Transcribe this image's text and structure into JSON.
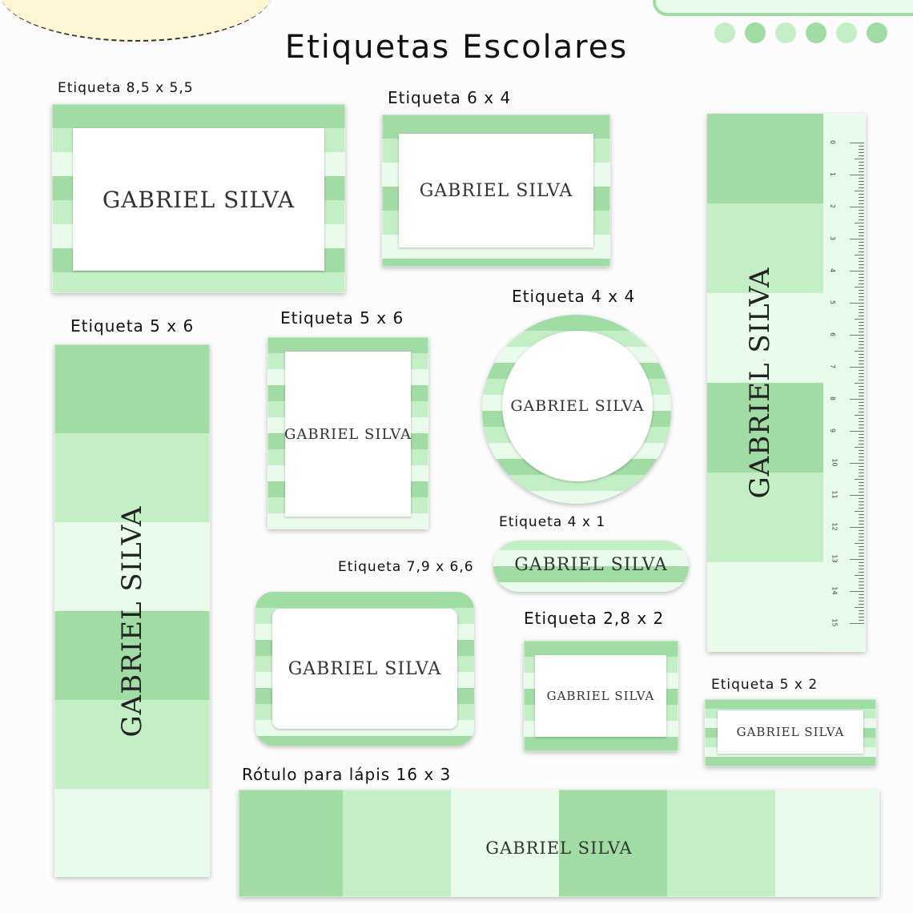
{
  "title": "Etiquetas Escolares",
  "name": "GABRIEL SILVA",
  "colors": {
    "green_dark": "#a2dca5",
    "green_mid": "#c4efc6",
    "green_light": "#e9fbea"
  },
  "dots": [
    "#c4efc6",
    "#a2dca5",
    "#c4efc6",
    "#a2dca5",
    "#c4efc6",
    "#a2dca5"
  ],
  "labels": {
    "l85x55": "Etiqueta 8,5 x 5,5",
    "l6x4": "Etiqueta 6 x 4",
    "l5x6a": "Etiqueta 5 x 6",
    "l5x6b": "Etiqueta 5 x 6",
    "l4x4": "Etiqueta 4 x 4",
    "l4x1": "Etiqueta 4 x 1",
    "l79x66": "Etiqueta 7,9 x 6,6",
    "l28x2": "Etiqueta 2,8 x 2",
    "l5x2": "Etiqueta 5 x 2",
    "pencil": "Rótulo para lápis 16 x 3"
  },
  "ruler_numbers": [
    "0",
    "1",
    "2",
    "3",
    "4",
    "5",
    "6",
    "7",
    "8",
    "9",
    "10",
    "11",
    "12",
    "13",
    "14",
    "15"
  ]
}
